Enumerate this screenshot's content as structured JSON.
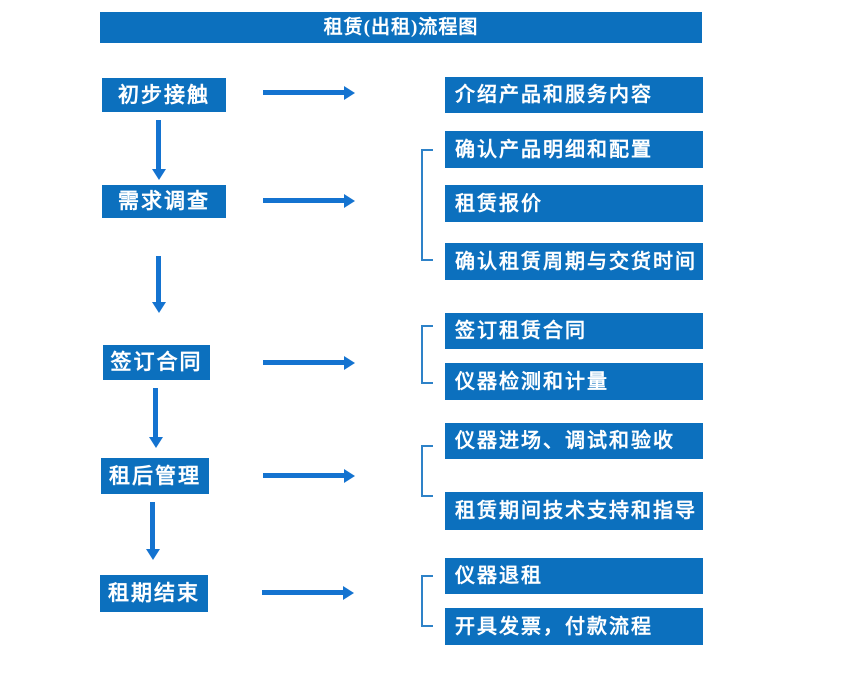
{
  "title": "租赁(出租)流程图",
  "colors": {
    "box_fill": "#0C70BE",
    "box_text": "#FFFFFF",
    "arrow": "#1473D0",
    "bracket": "#2E82C8",
    "background": "#FFFFFF"
  },
  "steps": [
    {
      "label": "初步接触",
      "outputs": [
        "介绍产品和服务内容"
      ]
    },
    {
      "label": "需求调查",
      "outputs": [
        "确认产品明细和配置",
        "租赁报价",
        "确认租赁周期与交货时间"
      ]
    },
    {
      "label": "签订合同",
      "outputs": [
        "签订租赁合同",
        "仪器检测和计量"
      ]
    },
    {
      "label": "租后管理",
      "outputs": [
        "仪器进场、调试和验收",
        "租赁期间技术支持和指导"
      ]
    },
    {
      "label": "租期结束",
      "outputs": [
        "仪器退租",
        "开具发票，付款流程"
      ]
    }
  ]
}
